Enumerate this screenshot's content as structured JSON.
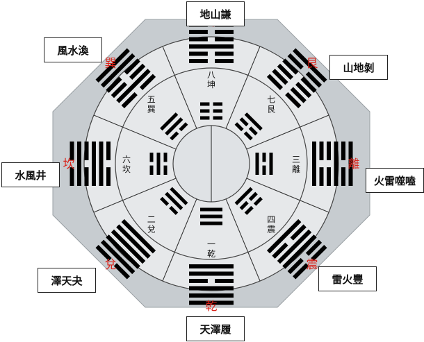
{
  "labels": {
    "top": "地山謙",
    "top_right": "山地剝",
    "right": "火雷噬嗑",
    "bottom_right": "雷火豐",
    "bottom": "天澤履",
    "bottom_left": "澤天夬",
    "left": "水風井",
    "top_left": "風水渙"
  },
  "outer_trigrams": {
    "n": "坤",
    "ne": "艮",
    "e": "離",
    "se": "震",
    "s": "乾",
    "sw": "兌",
    "w": "坎",
    "nw": "巽"
  },
  "inner_names": {
    "n": "八坤",
    "ne": "七艮",
    "e": "三離",
    "se": "四震",
    "s": "一乾",
    "sw": "二兌",
    "w": "六坎",
    "nw": "五巽"
  },
  "colors": {
    "outer_text": "#d9251c",
    "band": "#c7ccd0",
    "circle_fill": "#dfe2e5",
    "stroke": "#333333",
    "bar": "#000000"
  }
}
